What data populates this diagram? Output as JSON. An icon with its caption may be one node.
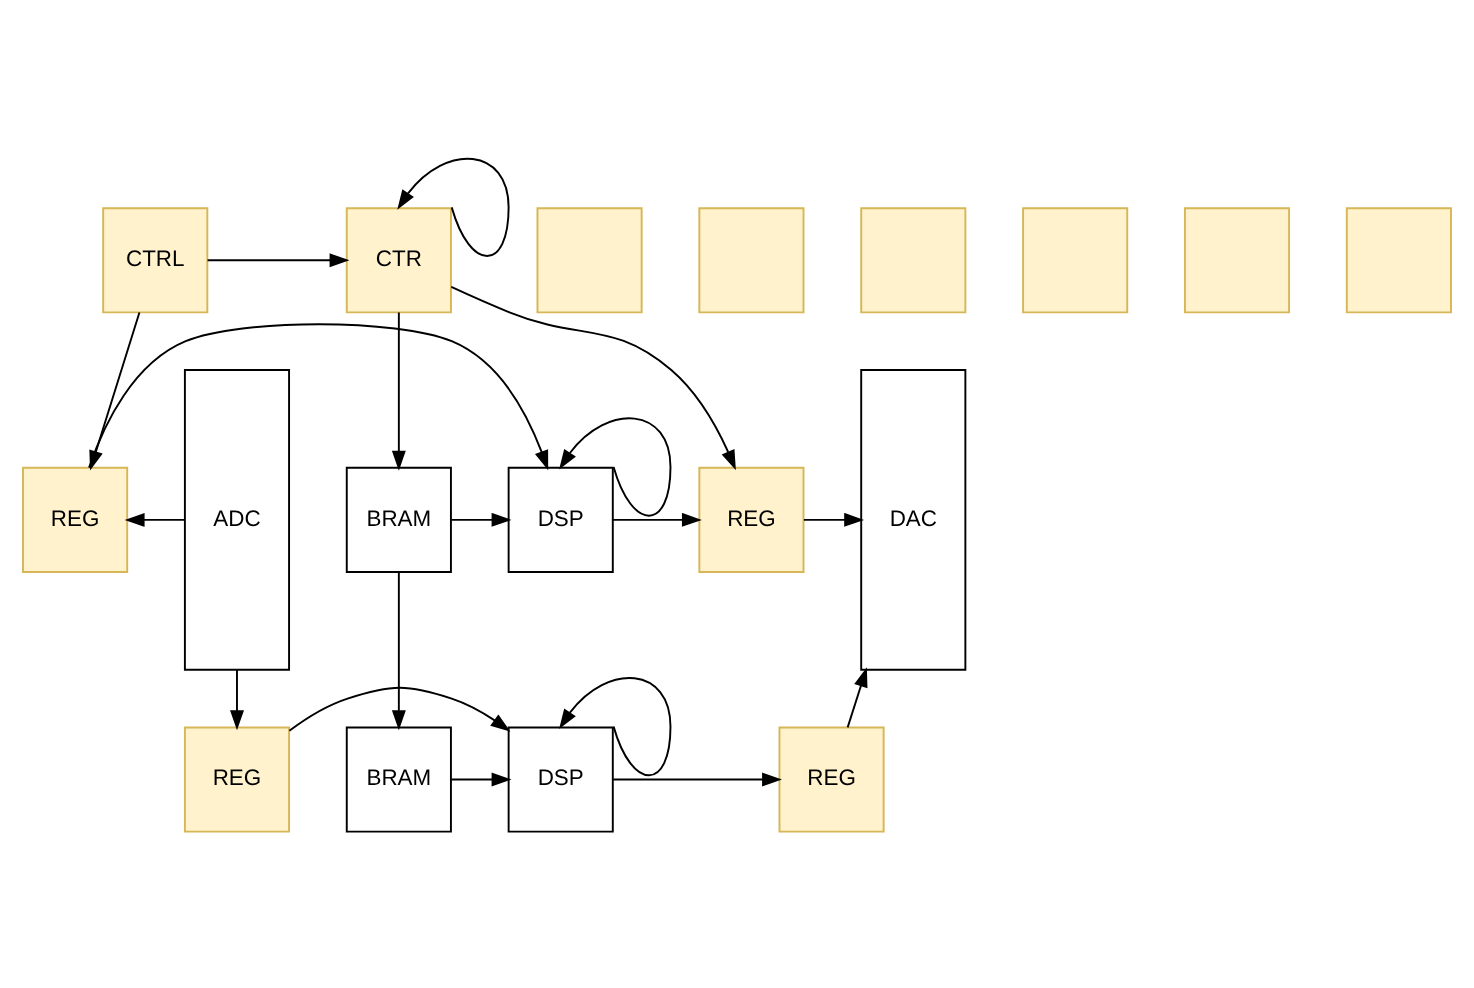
{
  "diagram": {
    "nodes": [
      {
        "text": [
          "CTRL"
        ]
      },
      {
        "text": [
          "CTR"
        ]
      },
      {
        "text": [],
        "shape": "box"
      },
      {
        "text": [],
        "shape": "box"
      },
      {
        "text": [
          "ADC"
        ]
      },
      {
        "text": [
          "REG"
        ]
      },
      {
        "text": [
          "BRAM"
        ]
      },
      {
        "text": [
          "DSP"
        ]
      },
      {
        "text": [
          "REG"
        ]
      },
      {
        "text": [
          "DAC"
        ]
      },
      {
        "text": [
          "REG"
        ]
      },
      {
        "text": [
          "BRAM"
        ]
      },
      {
        "text": [
          "DSP"
        ]
      },
      {
        "text": [
          "REG"
        ]
      },
      {
        "text": [],
        "shape": "box"
      },
      {
        "text": [],
        "shape": "box"
      },
      {
        "text": [],
        "shape": "box"
      },
      {
        "text": [],
        "shape": "box"
      }
    ],
    "edges": [
      {
        "from": 0,
        "to": 1,
        "arrow": "to"
      },
      {
        "from": 0,
        "to": 5,
        "arrow": "to"
      },
      {
        "from": 1,
        "to": 1,
        "arrow": "to"
      },
      {
        "from": 1,
        "to": 6,
        "arrow": "to"
      },
      {
        "from": 1,
        "to": 8,
        "arrow": "to"
      },
      {
        "from": 4,
        "to": 5,
        "arrow": "to"
      },
      {
        "from": 4,
        "to": 10,
        "arrow": "to"
      },
      {
        "from": 5,
        "to": 7,
        "arrow": "to"
      },
      {
        "from": 6,
        "to": 7,
        "arrow": "to"
      },
      {
        "from": 6,
        "to": 11,
        "arrow": "to"
      },
      {
        "from": 7,
        "to": 7,
        "arrow": "to"
      },
      {
        "from": 7,
        "to": 8,
        "arrow": "to"
      },
      {
        "from": 8,
        "to": 9,
        "arrow": "to"
      },
      {
        "from": 10,
        "to": 12,
        "arrow": "to"
      },
      {
        "from": 11,
        "to": 12,
        "arrow": "to"
      },
      {
        "from": 12,
        "to": 12,
        "arrow": "to"
      },
      {
        "from": 12,
        "to": 13,
        "arrow": "to"
      },
      {
        "from": 13,
        "to": 9,
        "arrow": "to"
      }
    ]
  }
}
